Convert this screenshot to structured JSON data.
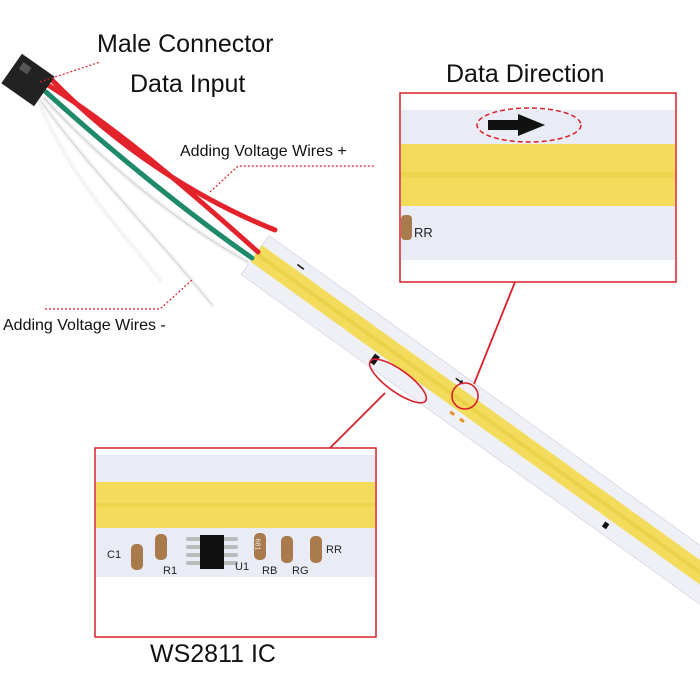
{
  "labels": {
    "male_connector": "Male Connector",
    "data_input": "Data Input",
    "voltage_plus": "Adding Voltage Wires +",
    "voltage_minus": "Adding Voltage Wires -",
    "data_direction": "Data Direction",
    "ic": "WS2811 IC"
  },
  "ic_inset": {
    "components": [
      "C1",
      "R1",
      "U1",
      "RB",
      "RG",
      "RR"
    ],
    "resistor_marking": "681"
  },
  "direction_inset": {
    "component": "RR"
  },
  "colors": {
    "annotation": "#d8202a",
    "strip_yellow": "#f3dc5c",
    "strip_white": "#e9ecf5",
    "wire_red": "#e3232b",
    "wire_green": "#1f8a6a"
  }
}
